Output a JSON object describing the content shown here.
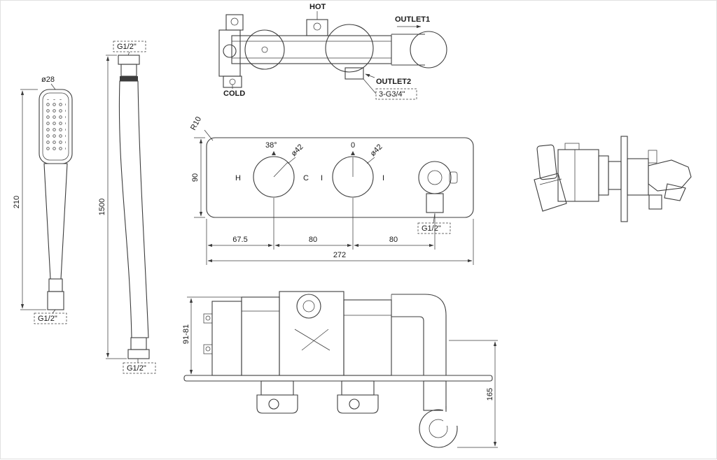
{
  "colors": {
    "line": "#3c3c3c",
    "background": "#ffffff"
  },
  "handset": {
    "diameter": "ø28",
    "length": "210",
    "thread": "G1/2\""
  },
  "hose": {
    "thread_top": "G1/2\"",
    "thread_bottom": "G1/2\"",
    "length": "1500"
  },
  "valve_rear": {
    "hot": "HOT",
    "cold": "COLD",
    "outlet1": "OUTLET1",
    "outlet2": "OUTLET2",
    "thread": "3-G3/4\""
  },
  "trim_front": {
    "corner_radius": "R10",
    "plate_height": "90",
    "temp_label": "38°",
    "temp_knob_dia": "ø42",
    "diverter_label": "0",
    "diverter_knob_dia": "ø42",
    "hot_mark": "H",
    "cold_mark": "C",
    "mark_left": "I",
    "mark_right": "I",
    "outlet_thread": "G1/2\"",
    "dim_left": "67.5",
    "dim_mid": "80",
    "dim_right": "80",
    "dim_total": "272"
  },
  "valve_bottom": {
    "dim_depth_range": "91-81",
    "dim_drop": "165"
  }
}
